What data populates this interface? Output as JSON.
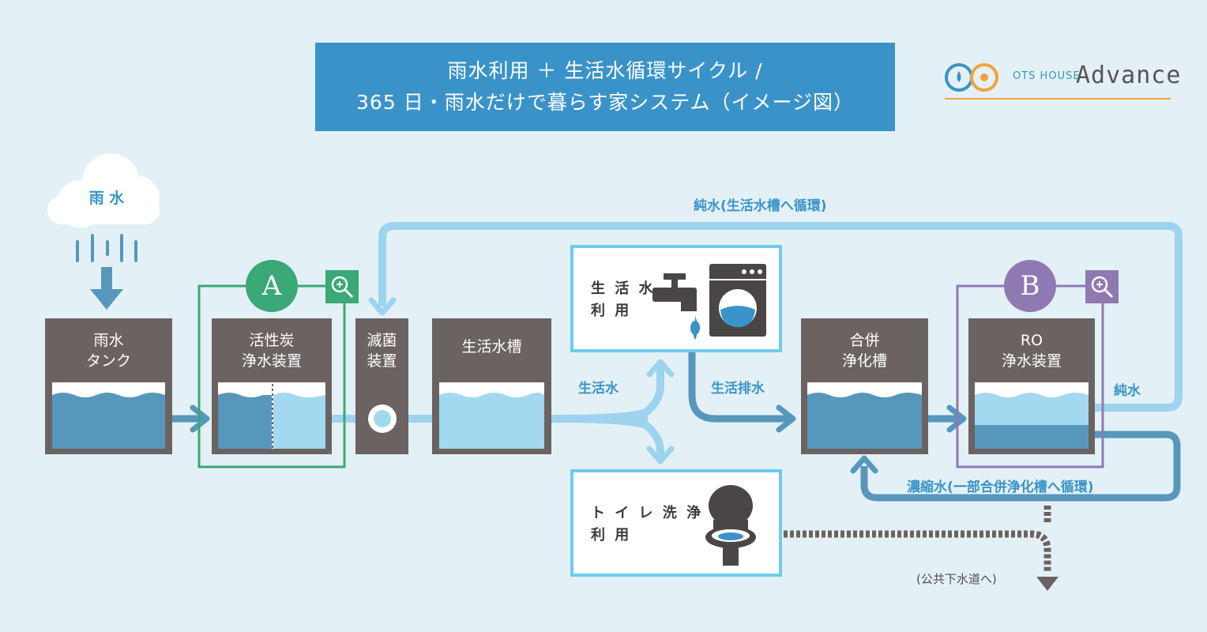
{
  "title": {
    "line1": "雨水利用 ＋ 生活水循環サイクル /",
    "line2": "365 日・雨水だけで暮らす家システム（イメージ図）"
  },
  "logo": {
    "brand": "OTS HOUSE",
    "name": "Advance",
    "colors": {
      "blue": "#3a93c8",
      "orange": "#f0a33a",
      "text": "#555555"
    }
  },
  "rain": {
    "label": "雨 水"
  },
  "devices": {
    "rain_tank": "雨水\nタンク",
    "carbon_filter": "活性炭\n浄水装置",
    "sterilizer": "滅菌\n装置",
    "living_water_tank": "生活水槽",
    "septic_tank": "合併\n浄化槽",
    "ro_filter": "RO\n浄水装置"
  },
  "badges": {
    "a": "A",
    "b": "B",
    "zoom_icon": "magnifier-plus-icon"
  },
  "uses": {
    "living_water_use": "生 活 水\n利 用",
    "toilet_use": "ト イ レ 洗 浄\n利 用"
  },
  "flows": {
    "pure_water_loop": "純水(生活水槽へ循環)",
    "living_water": "生活水",
    "living_drainage": "生活排水",
    "pure_water": "純水",
    "concentrate": "濃縮水(一部合併浄化槽へ循環)",
    "public_sewer": "(公共下水道へ)"
  },
  "colors": {
    "background": "#e3f1f6",
    "device": "#6b6361",
    "light_blue": "#a3d8f1",
    "mid_blue": "#5797bc",
    "accent_blue": "#3a93c8",
    "flow_line": "#9dd3ee",
    "green": "#3aa877",
    "purple": "#8f79b3",
    "use_box_border": "#6ecbee"
  }
}
